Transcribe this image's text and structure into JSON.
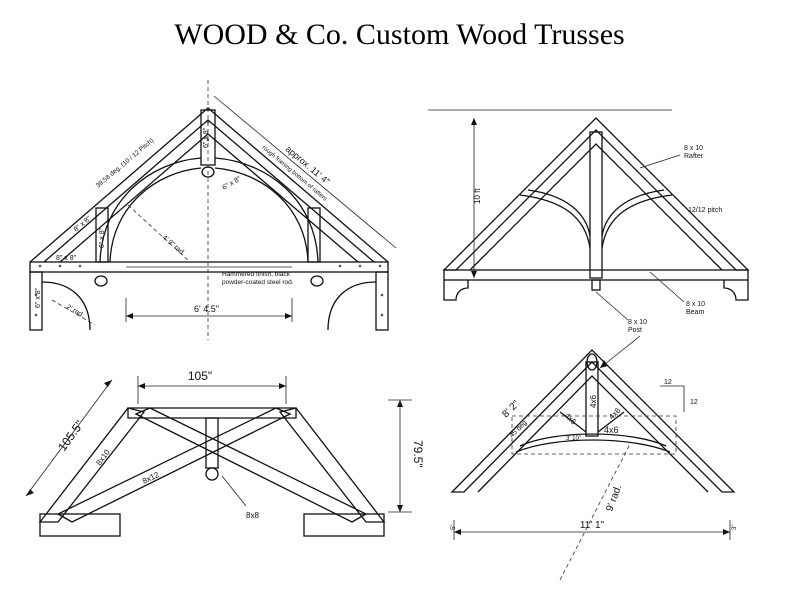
{
  "title": "WOOD & Co. Custom Wood Trusses",
  "d1": {
    "approx": "approx. 11' 4\"",
    "rough": "rough framing bottom of rafters",
    "angle": "39.58 deg. (10 / 12 Pitch)",
    "post_top": "6\" x 8\"",
    "post_inner": "6\" x 8\"",
    "kp_lower": "6\" x 8\"",
    "rafter": "8\" x 8\"",
    "beam": "8\" x 8\"",
    "lower_post": "6\" x 8\"",
    "rad_inner": "4' 9\" rad.",
    "rad_small": "2' rad.",
    "rod_note_1": "Hammered finish, black",
    "rod_note_2": "powder-coated steel rod.",
    "span": "6' 4.5\""
  },
  "d2": {
    "height": "10 ft",
    "rafter_1": "8 x 10",
    "rafter_2": "Rafter",
    "pitch": "12/12 pitch",
    "beam_1": "8 x 10",
    "beam_2": "Beam",
    "post_1": "8 x 10",
    "post_2": "Post"
  },
  "d3": {
    "top": "105\"",
    "side": "105.5\"",
    "height": "79.5\"",
    "a": "8x10",
    "b": "8x12",
    "c": "8x8"
  },
  "d4": {
    "rafter": "8' 2\"",
    "angle": "45 deg",
    "post": "4x6",
    "brace_l": "4x6",
    "brace_r": "4x6",
    "collar": "4x6",
    "small": "3' 10\"",
    "pitch_run": "12",
    "pitch_rise": "12",
    "radius": "9' rad.",
    "span": "11' 1\"",
    "left_end": "5\"",
    "right_end": "3\""
  }
}
